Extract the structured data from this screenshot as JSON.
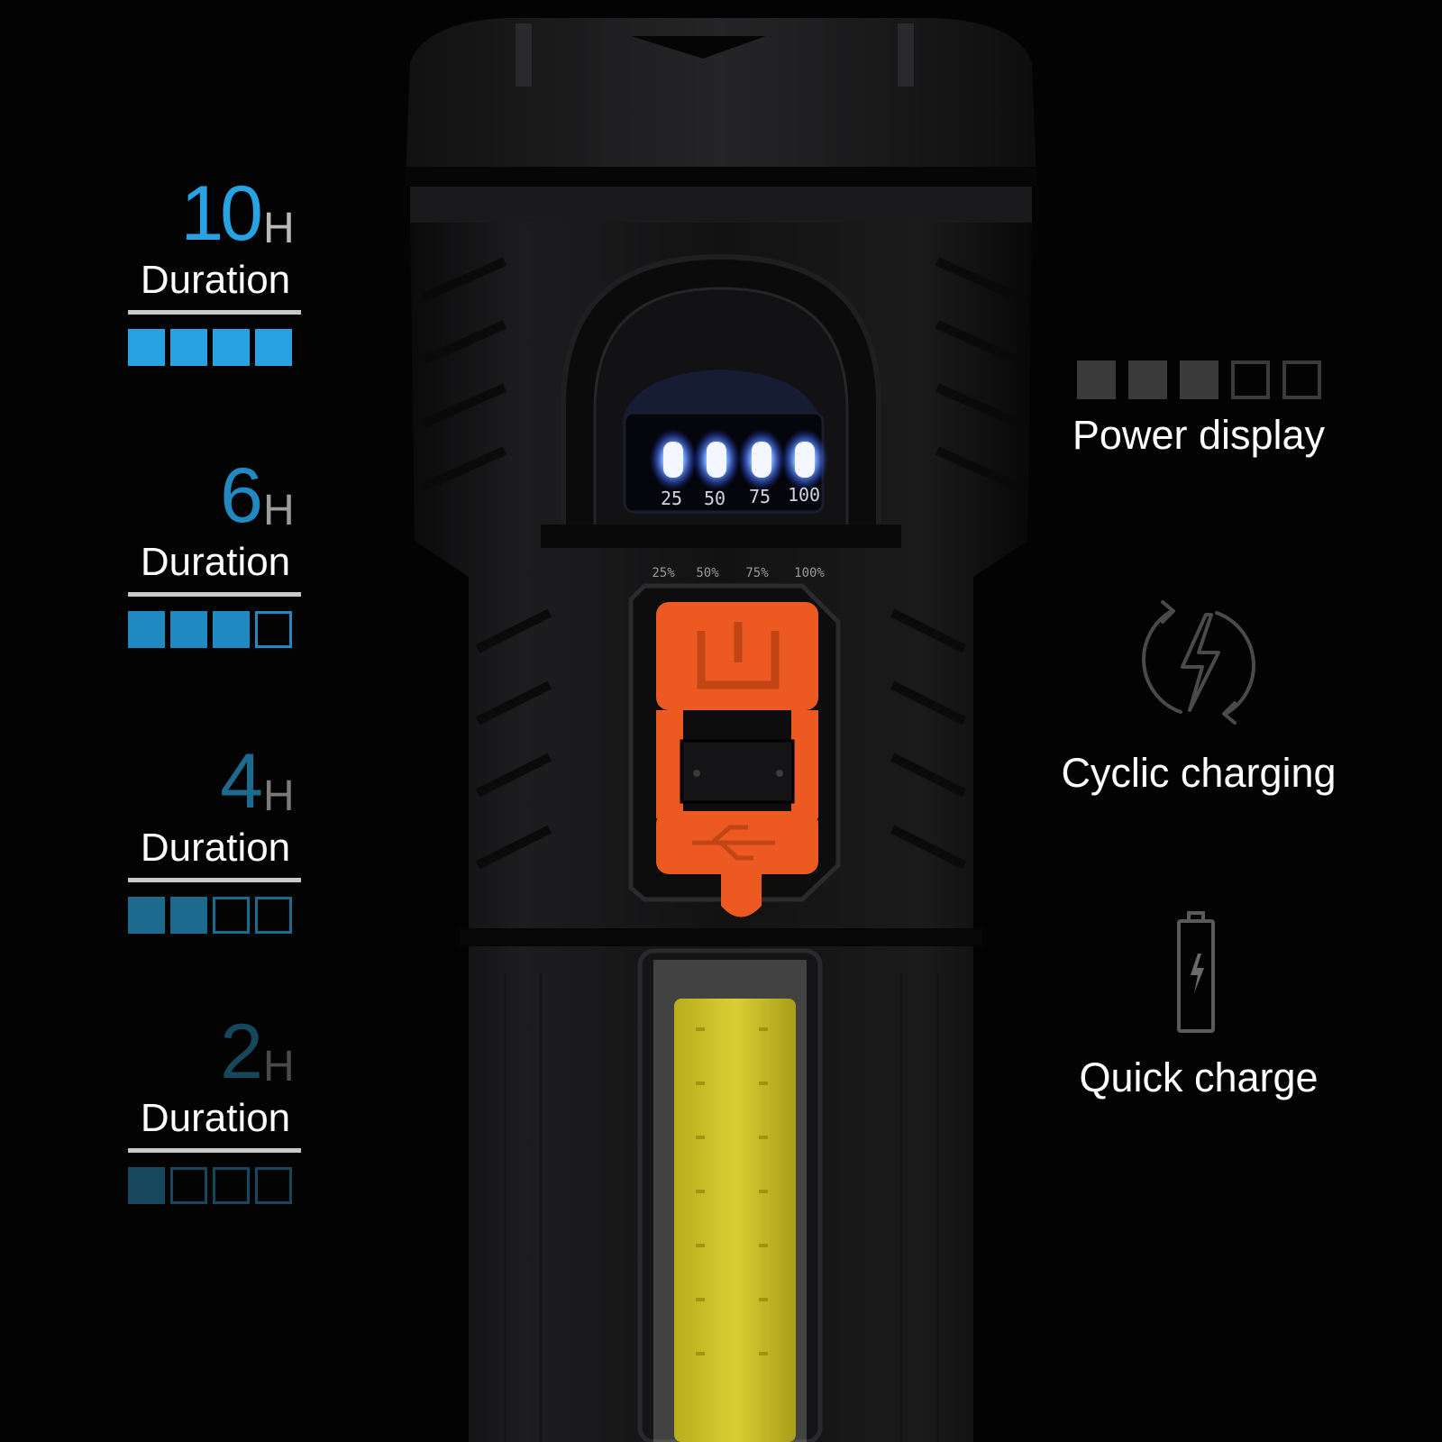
{
  "durations": [
    {
      "hours": "10",
      "unit": "H",
      "label": "Duration",
      "bars_filled": 4,
      "bars_total": 4,
      "color": "#27a2e3",
      "unit_color": "#b9b9b9"
    },
    {
      "hours": "6",
      "unit": "H",
      "label": "Duration",
      "bars_filled": 3,
      "bars_total": 4,
      "color": "#2189c2",
      "unit_color": "#9c9c9c"
    },
    {
      "hours": "4",
      "unit": "H",
      "label": "Duration",
      "bars_filled": 2,
      "bars_total": 4,
      "color": "#1d6a8f",
      "unit_color": "#7a7a7a"
    },
    {
      "hours": "2",
      "unit": "H",
      "label": "Duration",
      "bars_filled": 1,
      "bars_total": 4,
      "color": "#17475d",
      "unit_color": "#4a4a4a"
    }
  ],
  "features": {
    "power_display": {
      "label": "Power display",
      "bars_filled": 3,
      "bars_total": 5,
      "icon": "battery-level-icon"
    },
    "cyclic_charging": {
      "label": "Cyclic charging",
      "icon": "cyclic-charging-icon"
    },
    "quick_charge": {
      "label": "Quick charge",
      "icon": "battery-bolt-icon"
    }
  },
  "flashlight": {
    "display_levels": [
      "25",
      "50",
      "75",
      "100"
    ],
    "body_labels": [
      "25%",
      "50%",
      "75%",
      "100%"
    ]
  },
  "colors": {
    "background": "#030304",
    "switch_orange": "#f05a1e",
    "cob_yellow": "#d7cc2c",
    "led_blue": "#4f8bff"
  }
}
